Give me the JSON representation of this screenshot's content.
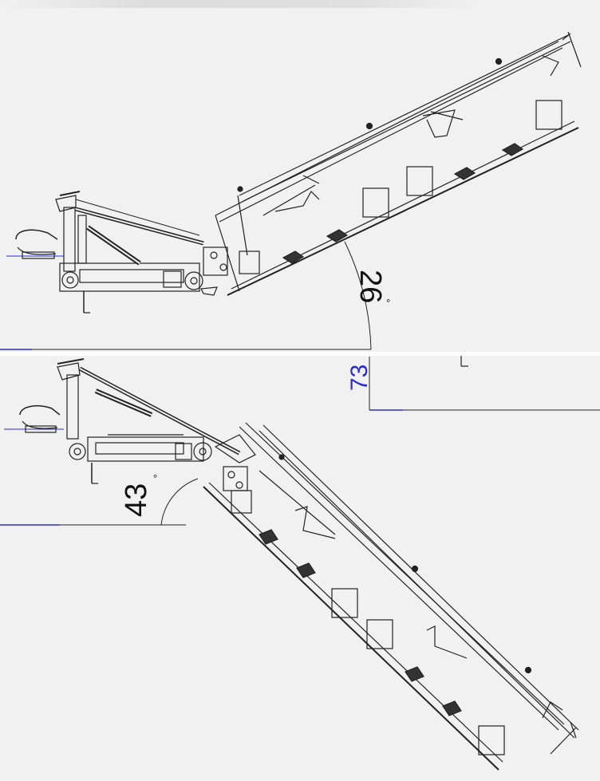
{
  "drawing": {
    "upper_view": {
      "angle": "26",
      "degree_mark": "°"
    },
    "lower_view": {
      "angle": "43",
      "degree_mark": "°"
    },
    "dimension": {
      "value": "73"
    }
  },
  "colors": {
    "line": "#222222",
    "dimension": "#2a2ad6",
    "background": "#f1f1f1"
  }
}
